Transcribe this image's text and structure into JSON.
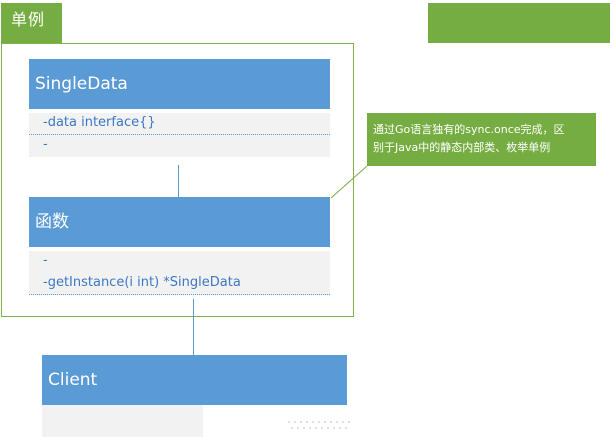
{
  "package": {
    "label": "单例"
  },
  "single_data_class": {
    "name": "SingleData",
    "attributes": [
      "-data interface{}",
      "-"
    ]
  },
  "function_class": {
    "name": "函数",
    "operations": [
      "-",
      "-getInstance(i int) *SingleData"
    ]
  },
  "client_class": {
    "name": "Client"
  },
  "note": {
    "line1": "通过Go语言独有的sync.once完成，区",
    "line2": "别于Java中的静态内部类、枚举单例"
  },
  "colors": {
    "green": "#76ad42",
    "blue": "#5b9bd5",
    "light_gray": "#f2f2f2",
    "text_blue": "#3c78c3"
  }
}
